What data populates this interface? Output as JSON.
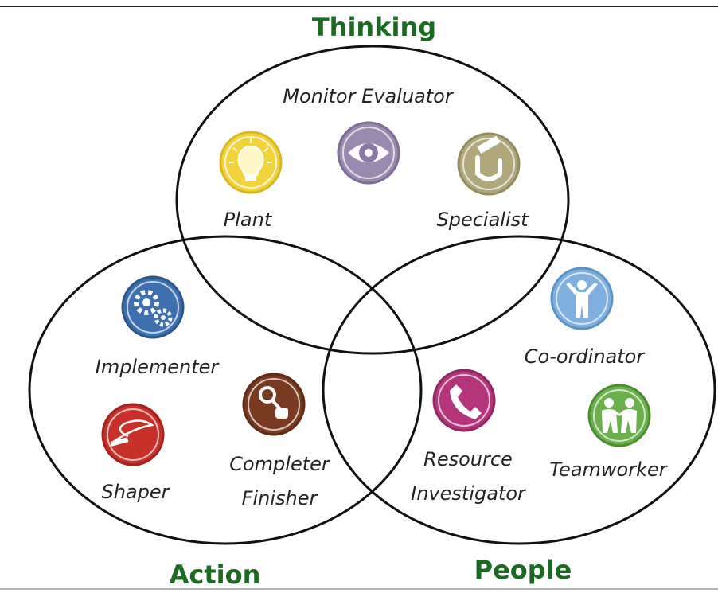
{
  "categories": {
    "thinking": "Thinking",
    "action": "Action",
    "people": "People"
  },
  "roles": {
    "monitor_evaluator": "Monitor Evaluator",
    "plant": "Plant",
    "specialist": "Specialist",
    "implementer": "Implementer",
    "shaper": "Shaper",
    "completer_line1": "Completer",
    "completer_line2": "Finisher",
    "resource_line1": "Resource",
    "resource_line2": "Investigator",
    "coordinator": "Co-ordinator",
    "teamworker": "Teamworker"
  },
  "colors": {
    "category_text": "#1a6b21",
    "outline": "#111111",
    "plant": "#f3d33b",
    "monitor_evaluator": "#9a8ab0",
    "specialist": "#b0a77a",
    "implementer": "#3e6fae",
    "shaper": "#c8302a",
    "completer_finisher": "#7a3a22",
    "resource_investigator": "#b5357b",
    "coordinator": "#7fb0df",
    "teamworker": "#6ab04c"
  },
  "icons": {
    "plant": "lightbulb-icon",
    "monitor_evaluator": "eye-icon",
    "specialist": "tool-icon",
    "implementer": "gears-icon",
    "shaper": "whip-icon",
    "completer_finisher": "hand-key-icon",
    "resource_investigator": "phone-icon",
    "coordinator": "person-icon",
    "teamworker": "people-icon"
  }
}
